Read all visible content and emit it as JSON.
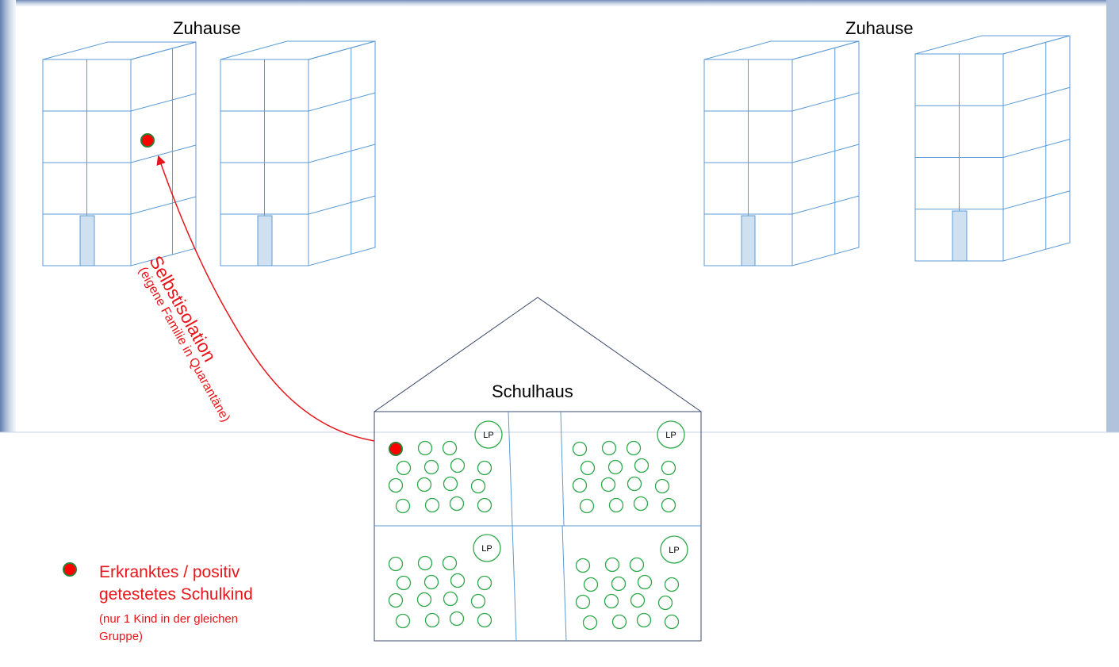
{
  "homes": {
    "left_label": "Zuhause",
    "right_label": "Zuhause"
  },
  "school": {
    "label": "Schulhaus",
    "teacher_label": "LP"
  },
  "arrow": {
    "label": "Selbstisolation",
    "sublabel": "(eigene Familie in Quarantäne)"
  },
  "legend": {
    "title_line1": "Erkranktes / positiv",
    "title_line2": "getestetes Schulkind",
    "note_line1": "(nur 1 Kind in der gleichen",
    "note_line2": "Gruppe)"
  },
  "colors": {
    "building_line": "#5b9bd5",
    "door_fill": "#cfe0f1",
    "child_circle": "#2ea84a",
    "sick_child": "#e8161a",
    "annotation": "#e8161a",
    "background_edge": "#5f7fb0"
  }
}
